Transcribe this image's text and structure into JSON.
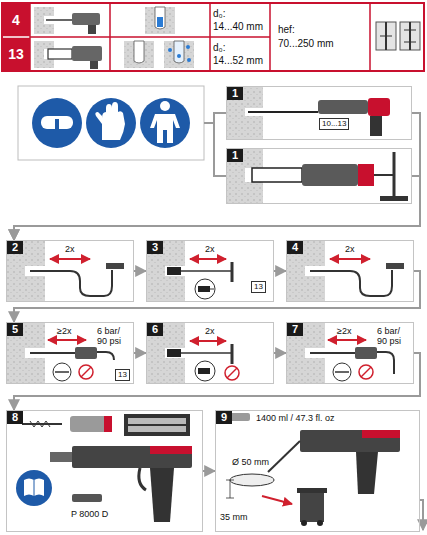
{
  "diagram": {
    "nodes": [
      {
        "text": [
          "1",
          "10...13"
        ]
      },
      {
        "text": [
          "1"
        ]
      },
      {
        "text": [
          "2",
          "2x"
        ]
      },
      {
        "text": [
          "3",
          "2x",
          "13"
        ]
      },
      {
        "text": [
          "4",
          "2x"
        ]
      },
      {
        "text": [
          "5",
          "≥2x",
          "6 bar/ 90 psi",
          "13"
        ]
      },
      {
        "text": [
          "6",
          "2x"
        ]
      },
      {
        "text": [
          "7",
          "≥2x",
          "6 bar/ 90 psi"
        ]
      },
      {
        "text": [
          "8",
          "P 8000 D"
        ]
      },
      {
        "text": [
          "9",
          "1400 ml / 47.3 fl. oz",
          "Ø 50 mm",
          "35 mm"
        ]
      }
    ],
    "edges": [
      {
        "from": 0,
        "to": 2,
        "arrow": "to"
      },
      {
        "from": 1,
        "to": 2,
        "arrow": "to"
      },
      {
        "from": 2,
        "to": 3,
        "arrow": "to"
      },
      {
        "from": 3,
        "to": 4,
        "arrow": "to"
      },
      {
        "from": 4,
        "to": 5,
        "arrow": "to"
      },
      {
        "from": 5,
        "to": 6,
        "arrow": "to"
      },
      {
        "from": 6,
        "to": 7,
        "arrow": "to"
      },
      {
        "from": 7,
        "to": 8,
        "arrow": "to"
      },
      {
        "from": 8,
        "to": 9,
        "arrow": "to"
      }
    ],
    "labels": [
      "4",
      "13",
      "d₀:",
      "14...40 mm",
      "d₀:",
      "14...52 mm",
      "hef:",
      "70...250 mm"
    ]
  }
}
